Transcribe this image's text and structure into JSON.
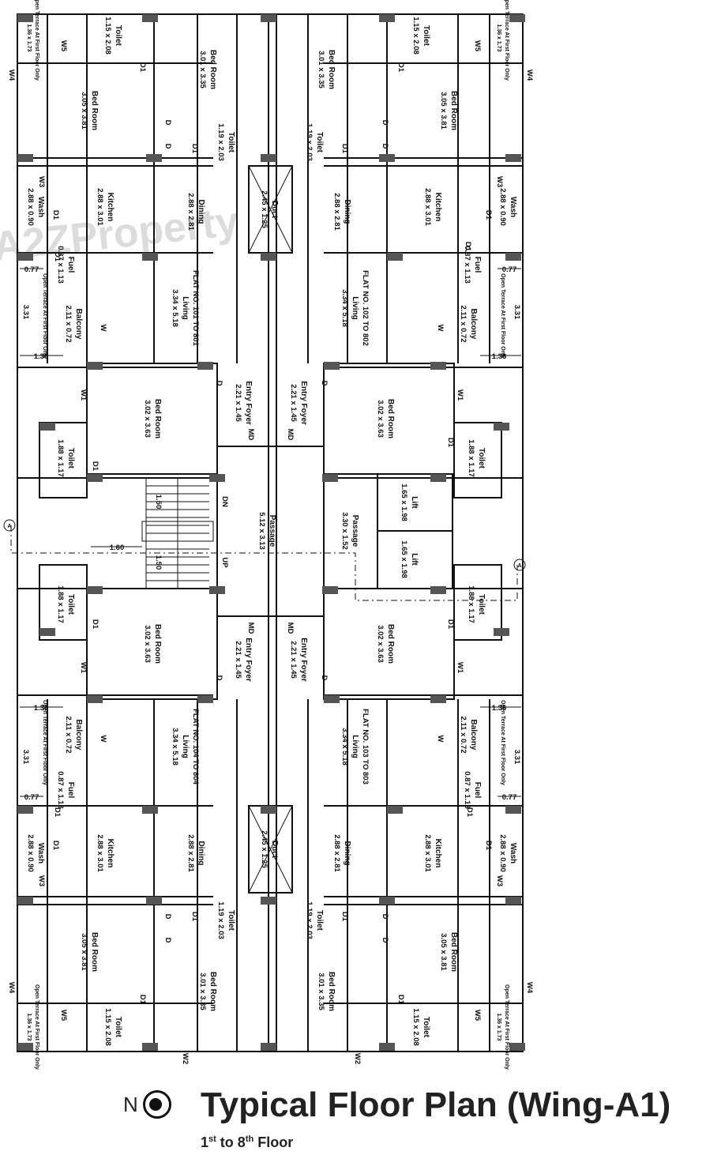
{
  "watermark": "A2ZProperty",
  "footer": {
    "north": "N",
    "title": "Typical Floor Plan (Wing-A1)",
    "sub_a": "1",
    "sub_a_sup": "st",
    "sub_mid": " to 8",
    "sub_b_sup": "th",
    "sub_end": " Floor"
  },
  "rooms": [
    {
      "id": "bed-tl",
      "name": "Bed Room",
      "dim": "3.05 x 3.81"
    },
    {
      "id": "bed-tc",
      "name": "Bed Room",
      "dim": "3.01 x 3.35"
    },
    {
      "id": "kitchen",
      "name": "Kitchen",
      "dim": "2.88 x 3.01"
    },
    {
      "id": "dining",
      "name": "Dining",
      "dim": "2.88 x 2.81"
    },
    {
      "id": "living",
      "name": "Living",
      "dim": "3.34 x 5.18"
    },
    {
      "id": "bed-mid",
      "name": "Bed Room",
      "dim": "3.02 x 3.63"
    },
    {
      "id": "entry",
      "name": "Entry Foyer",
      "dim": "2.21 x 1.45"
    },
    {
      "id": "toilet-a",
      "name": "Toilet",
      "dim": "1.88 x 1.17"
    },
    {
      "id": "toilet-b",
      "name": "Toilet",
      "dim": "1.19 x 2.03"
    },
    {
      "id": "toilet-c",
      "name": "Toilet",
      "dim": "1.15 x 2.08"
    },
    {
      "id": "wash",
      "name": "Wash",
      "dim": "2.88 x 0.90"
    },
    {
      "id": "balcony",
      "name": "Balcony",
      "dim": "2.11 x 0.72"
    },
    {
      "id": "duct",
      "name": "Duct",
      "dim": "2.45 x 1.25"
    },
    {
      "id": "passage-l",
      "name": "Passage",
      "dim": "5.12 x 3.13"
    },
    {
      "id": "passage-r",
      "name": "Passage",
      "dim": "3.30 x 1.52"
    },
    {
      "id": "lift",
      "name": "Lift",
      "dim": "1.65 x 1.98"
    },
    {
      "id": "fuel",
      "name": "Fuel",
      "dim": "0.87 x 1.13"
    }
  ],
  "flats": [
    "FLAT NO. 101 TO 801",
    "FLAT NO. 102 TO 802",
    "FLAT NO. 104 TO 804",
    "FLAT NO. 103 TO 803"
  ],
  "misc": {
    "open_terrace": "Open Terrace At First Floor Only",
    "terrace_dim": "1.36 x 1.73",
    "dim_077": "0.77",
    "dim_331": "3.31",
    "dim_136": "1.36",
    "dim_160": "1.60",
    "dim_150": "1.50",
    "up": "UP",
    "dn": "DN",
    "section": "A",
    "md": "MD",
    "d": "D",
    "d1": "D1",
    "w": "W",
    "w1": "W1",
    "w2": "W2",
    "w3": "W3",
    "w4": "W4",
    "w5": "W5"
  }
}
